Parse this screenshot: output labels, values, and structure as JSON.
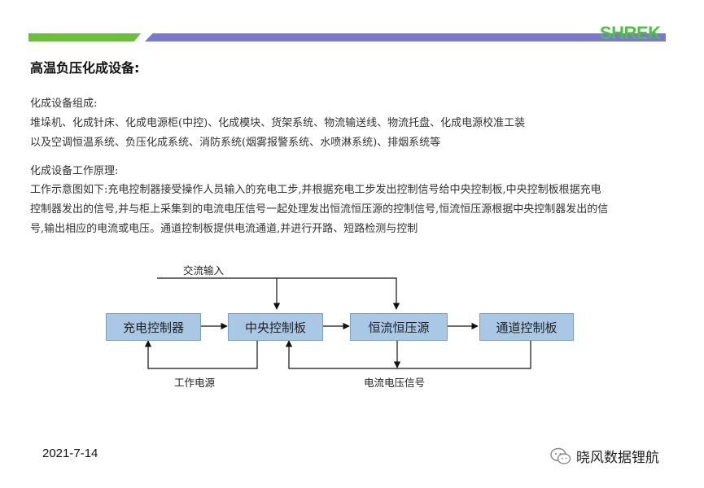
{
  "header": {
    "brand": "SHREK"
  },
  "page_title": "高温负压化成设备:",
  "composition": {
    "heading": "化成设备组成:",
    "line1": "堆垛机、化成针床、化成电源柜(中控)、化成模块、货架系统、物流输送线、物流托盘、化成电源校准工装",
    "line2": "以及空调恒温系统、负压化成系统、消防系统(烟雾报警系统、水喷淋系统)、排烟系统等"
  },
  "principle": {
    "heading": "化成设备工作原理:",
    "line1": "工作示意图如下:充电控制器接受操作人员输入的充电工步,并根据充电工步发出控制信号给中央控制板,中央控制板根据充电",
    "line2": "控制器发出的信号,并与柜上采集到的电流电压信号一起处理发出恒流恒压源的控制信号,恒流恒压源根据中央控制器发出的信",
    "line3": "号,输出相应的电流或电压。通道控制板提供电流通道,并进行开路、短路检测与控制"
  },
  "diagram": {
    "boxes": [
      "充电控制器",
      "中央控制板",
      "恒流恒压源",
      "通道控制板"
    ],
    "labels": {
      "ac_input": "交流输入",
      "work_power": "工作电源",
      "signal": "电流电压信号"
    }
  },
  "footer": {
    "date": "2021-7-14",
    "watermark": "晓风数据锂航",
    "watermark_icon": "wechat-icon"
  },
  "colors": {
    "green_bar": "#6bbf3a",
    "purple_bar": "#7a78cf",
    "brand": "#4cc23f",
    "box_fill": "#a9c8e6"
  }
}
